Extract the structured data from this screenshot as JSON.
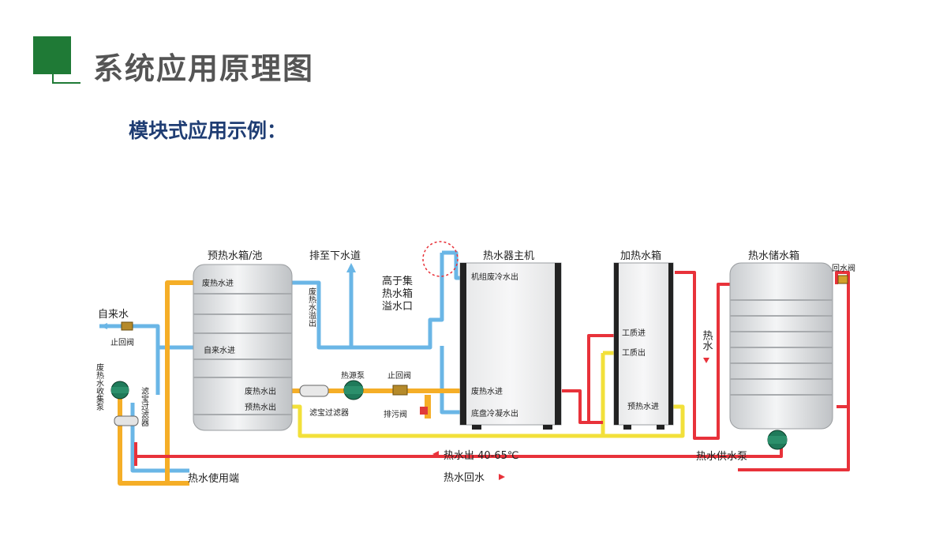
{
  "header": {
    "title": "系统应用原理图",
    "subtitle": "模块式应用示例："
  },
  "diagram": {
    "preheat_tank": {
      "title": "预热水箱/池",
      "waste_in": "废热水进",
      "tap_in": "自来水进",
      "waste_out": "废热水出",
      "preheat_out": "预热水出"
    },
    "drain": "排至下水道",
    "overflow_pipe": "废热水溢出",
    "overflow_note": [
      "高于集",
      "热水箱",
      "溢水口"
    ],
    "tap_water": "自来水",
    "check_valve_left": "止回阀",
    "waste_collect_pump": "废热水收集泵",
    "filter_vertical": "滤宝过滤器",
    "filter": "滤宝过滤器",
    "heat_source_pump": "热源泵",
    "check_valve_mid": "止回阀",
    "drain_valve": "排污阀",
    "main_unit": {
      "title": "热水器主机",
      "out_top": "机组废冷水出",
      "waste_in": "废热水进",
      "pan_out": "底盘冷凝水出"
    },
    "heating_tank": {
      "title": "加热水箱",
      "medium_in": "工质进",
      "medium_out": "工质出",
      "preheat_in": "预热水进"
    },
    "storage_tank": {
      "title": "热水储水箱",
      "return_valve": "回水阀"
    },
    "hot_water_vertical": "热水",
    "supply_pump": "热水供水泵",
    "hot_out": "热水出 40-65℃",
    "hot_return": "热水回水",
    "use_end": "热水使用端",
    "colors": {
      "hot": "#e8323a",
      "warm": "#f5ae27",
      "preheat": "#f2e03a",
      "cold": "#6ab6e6",
      "brand": "#1f7a36",
      "subtitle": "#1f3d73"
    }
  }
}
